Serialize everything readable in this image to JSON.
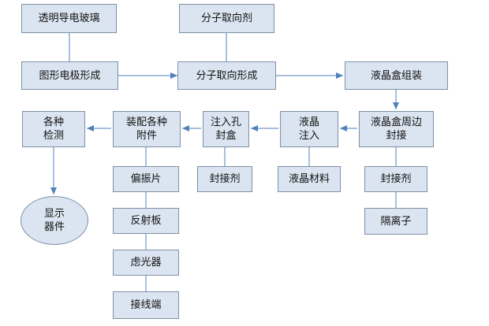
{
  "diagram": {
    "nodes": {
      "transparent_glass": "透明导电玻璃",
      "pattern_electrode": "图形电极形成",
      "orientation_agent": "分子取向剂",
      "orientation_forming": "分子取向形成",
      "cell_assembly": "液晶盒组装",
      "cell_edge_seal": "液晶盒周边\n封接",
      "edge_sealant": "封接剂",
      "spacer": "隔离子",
      "lc_inject": "液晶\n注入",
      "lc_material": "液晶材料",
      "hole_seal": "注入孔\n封盒",
      "hole_sealant": "封接剂",
      "attach_parts": "装配各种\n附件",
      "polarizer": "偏振片",
      "reflector": "反射板",
      "filter": "虑光器",
      "connector": "接线端",
      "inspection": "各种\n检测",
      "display_device": "显示\n器件"
    },
    "colors": {
      "fill": "#dbe5f1",
      "border": "#7f8fa6",
      "arrow": "#4f81bd"
    }
  }
}
